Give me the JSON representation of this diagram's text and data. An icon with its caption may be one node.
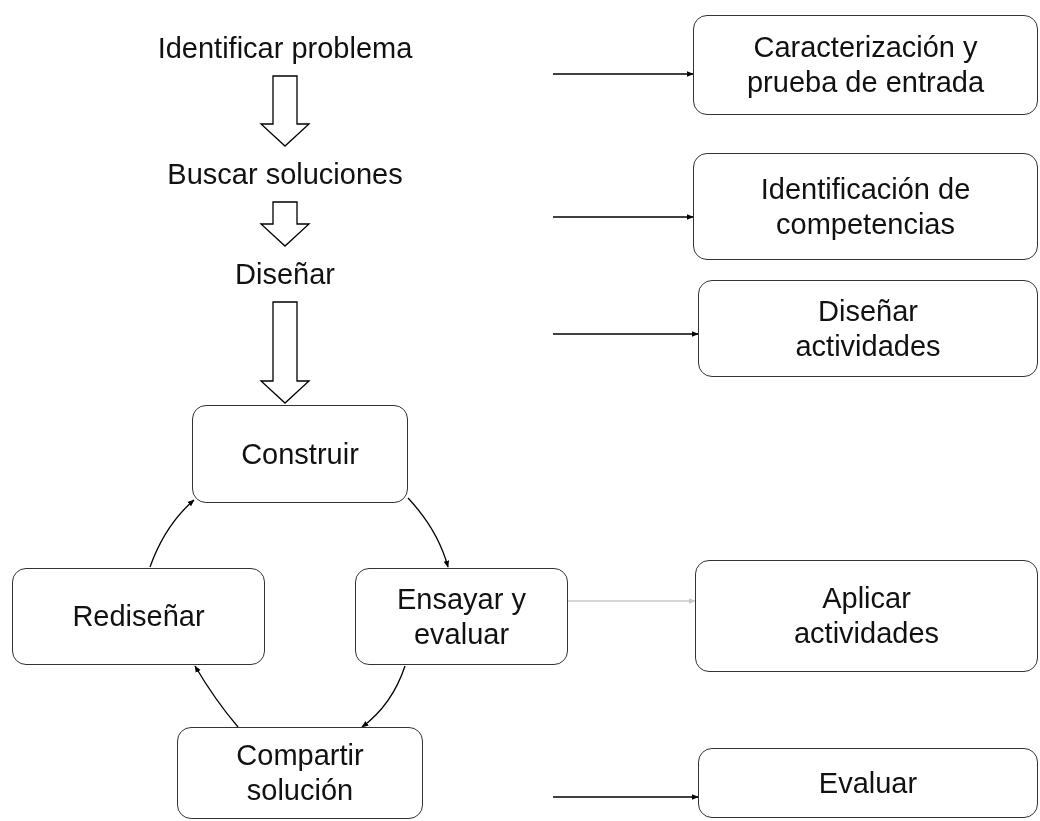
{
  "diagram": {
    "nodes": [
      {
        "text": [
          "Identificar problema"
        ]
      },
      {
        "text": [
          "Buscar soluciones"
        ]
      },
      {
        "text": [
          "Diseñar"
        ]
      },
      {
        "text": [
          "Construir"
        ]
      },
      {
        "text": [
          "Ensayar y evaluar"
        ]
      },
      {
        "text": [
          "Compartir solución"
        ]
      },
      {
        "text": [
          "Rediseñar"
        ]
      },
      {
        "text": [
          "Caracterización y prueba de entrada"
        ]
      },
      {
        "text": [
          "Identificación de competencias"
        ]
      },
      {
        "text": [
          "Diseñar actividades"
        ]
      },
      {
        "text": [
          "Aplicar actividades"
        ]
      },
      {
        "text": [
          "Evaluar"
        ]
      }
    ],
    "edges": [
      {
        "from": 0,
        "to": 1,
        "arrow": "to",
        "style": "thick"
      },
      {
        "from": 1,
        "to": 2,
        "arrow": "to",
        "style": "thick"
      },
      {
        "from": 2,
        "to": 3,
        "arrow": "to",
        "style": "thick"
      },
      {
        "from": 3,
        "to": 4,
        "arrow": "to"
      },
      {
        "from": 4,
        "to": 5,
        "arrow": "to"
      },
      {
        "from": 5,
        "to": 6,
        "arrow": "to"
      },
      {
        "from": 6,
        "to": 3,
        "arrow": "to"
      },
      {
        "from": null,
        "to": 7,
        "arrow": "to"
      },
      {
        "from": null,
        "to": 8,
        "arrow": "to"
      },
      {
        "from": null,
        "to": 9,
        "arrow": "to"
      },
      {
        "from": 4,
        "to": 10,
        "arrow": "to",
        "color": "#c8c8c8"
      },
      {
        "from": null,
        "to": 11,
        "arrow": "to"
      }
    ]
  }
}
